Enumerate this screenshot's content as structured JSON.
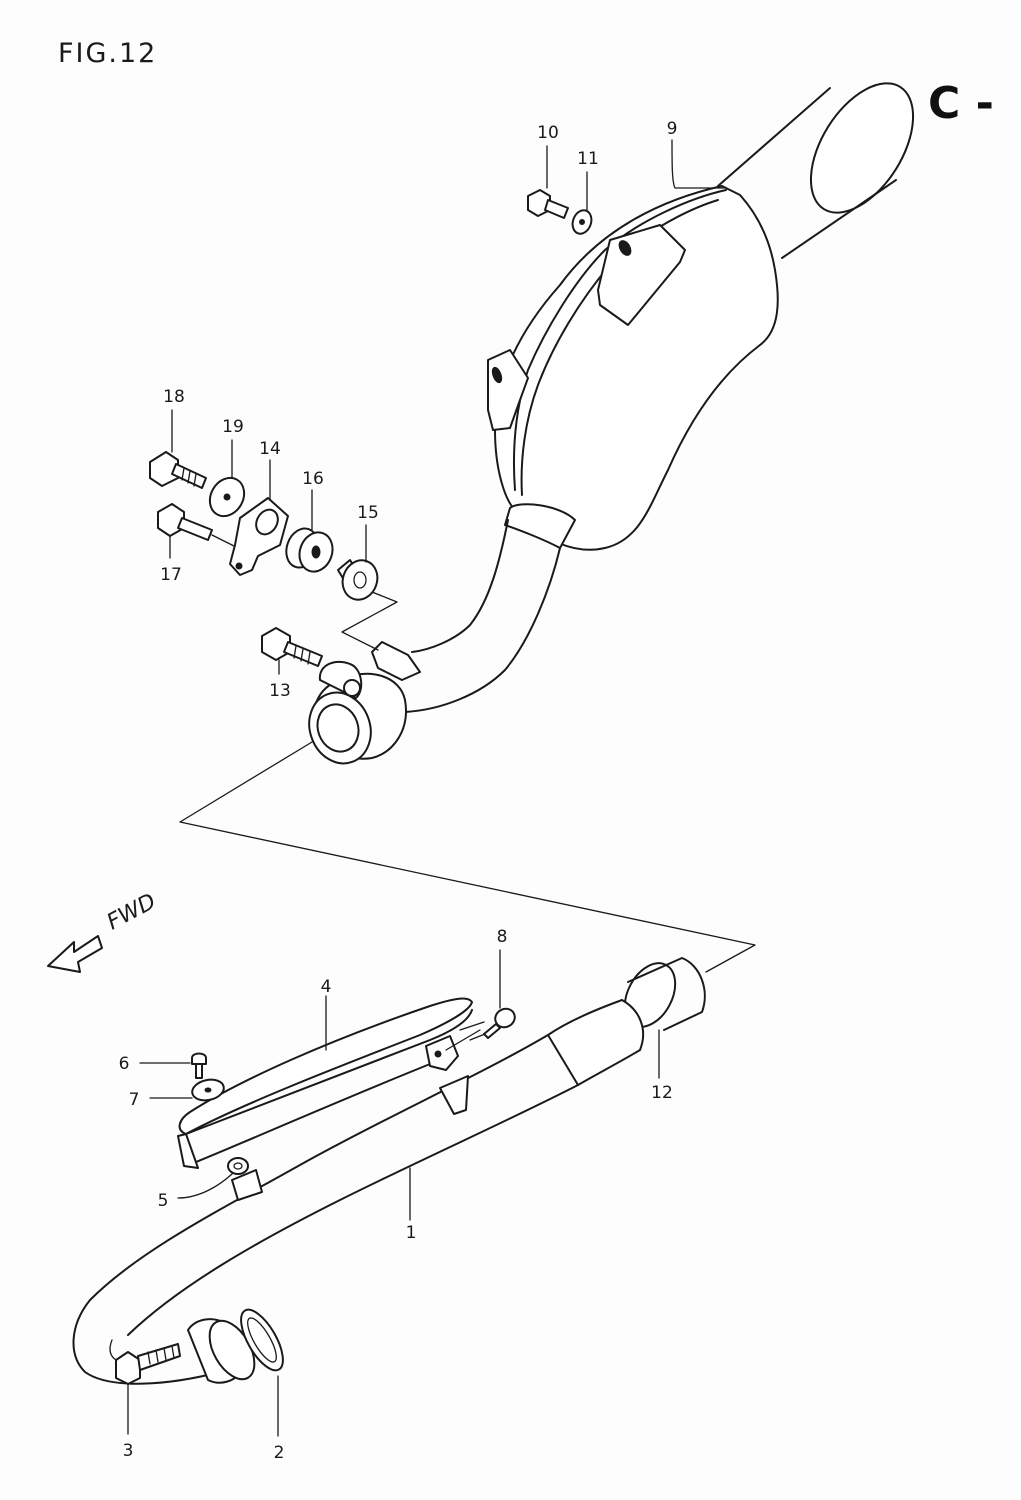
{
  "figure": {
    "title": "FIG.12",
    "section_mark": "C -"
  },
  "direction": {
    "label": "FWD"
  },
  "callouts": [
    "1",
    "2",
    "3",
    "4",
    "5",
    "6",
    "7",
    "8",
    "9",
    "10",
    "11",
    "12",
    "13",
    "14",
    "15",
    "16",
    "17",
    "18",
    "19"
  ]
}
